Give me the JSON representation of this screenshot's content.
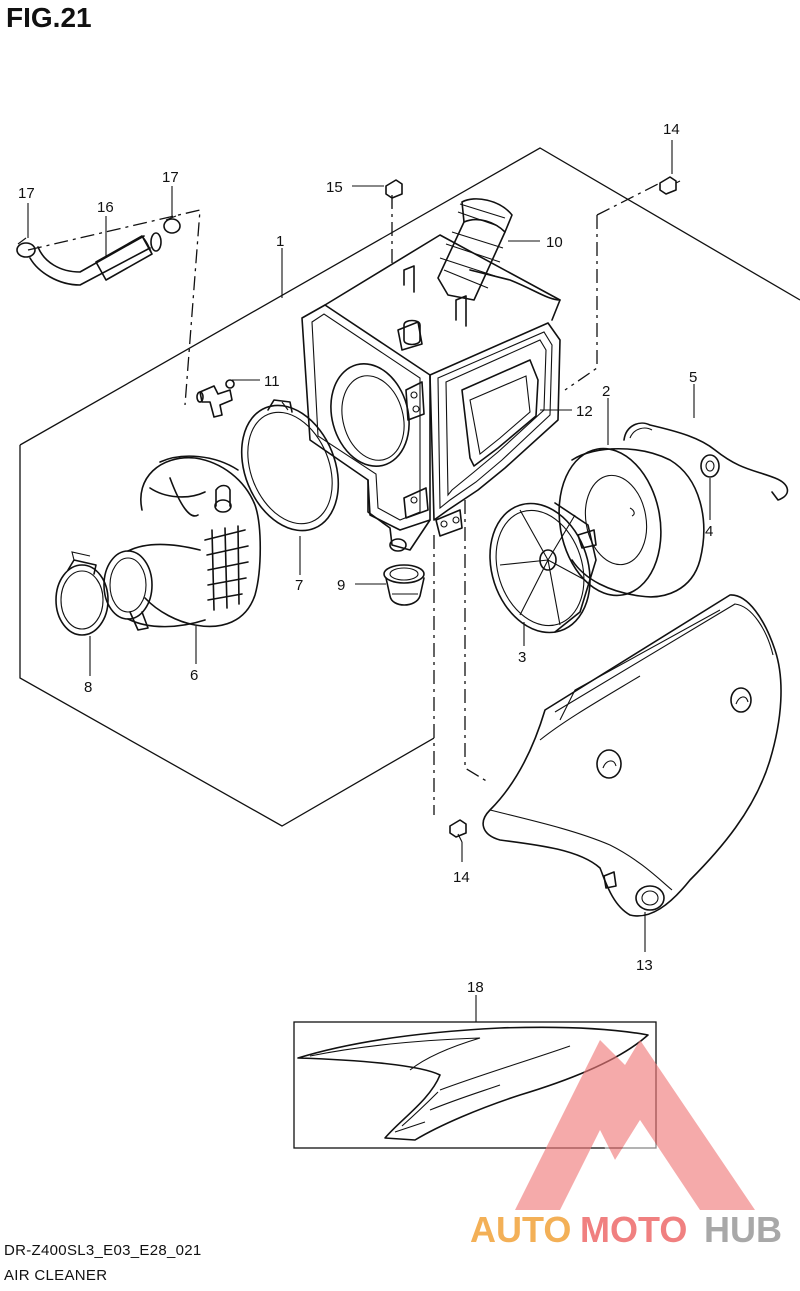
{
  "figure": {
    "title": "FIG.21",
    "code": "DR-Z400SL3_E03_E28_021",
    "name": "AIR CLEANER"
  },
  "callouts": {
    "c1": "1",
    "c2": "2",
    "c3": "3",
    "c4": "4",
    "c5": "5",
    "c6": "6",
    "c7": "7",
    "c8": "8",
    "c9": "9",
    "c10": "10",
    "c11": "11",
    "c12": "12",
    "c13": "13",
    "c14a": "14",
    "c14b": "14",
    "c15": "15",
    "c16": "16",
    "c17a": "17",
    "c17b": "17",
    "c18": "18"
  },
  "watermark": {
    "part1": "AUTO",
    "part2": "MOTO",
    "part3": "HUB",
    "color1": "#f2a33a",
    "color2": "#ee6a6a",
    "color3": "#9a9a9a"
  }
}
